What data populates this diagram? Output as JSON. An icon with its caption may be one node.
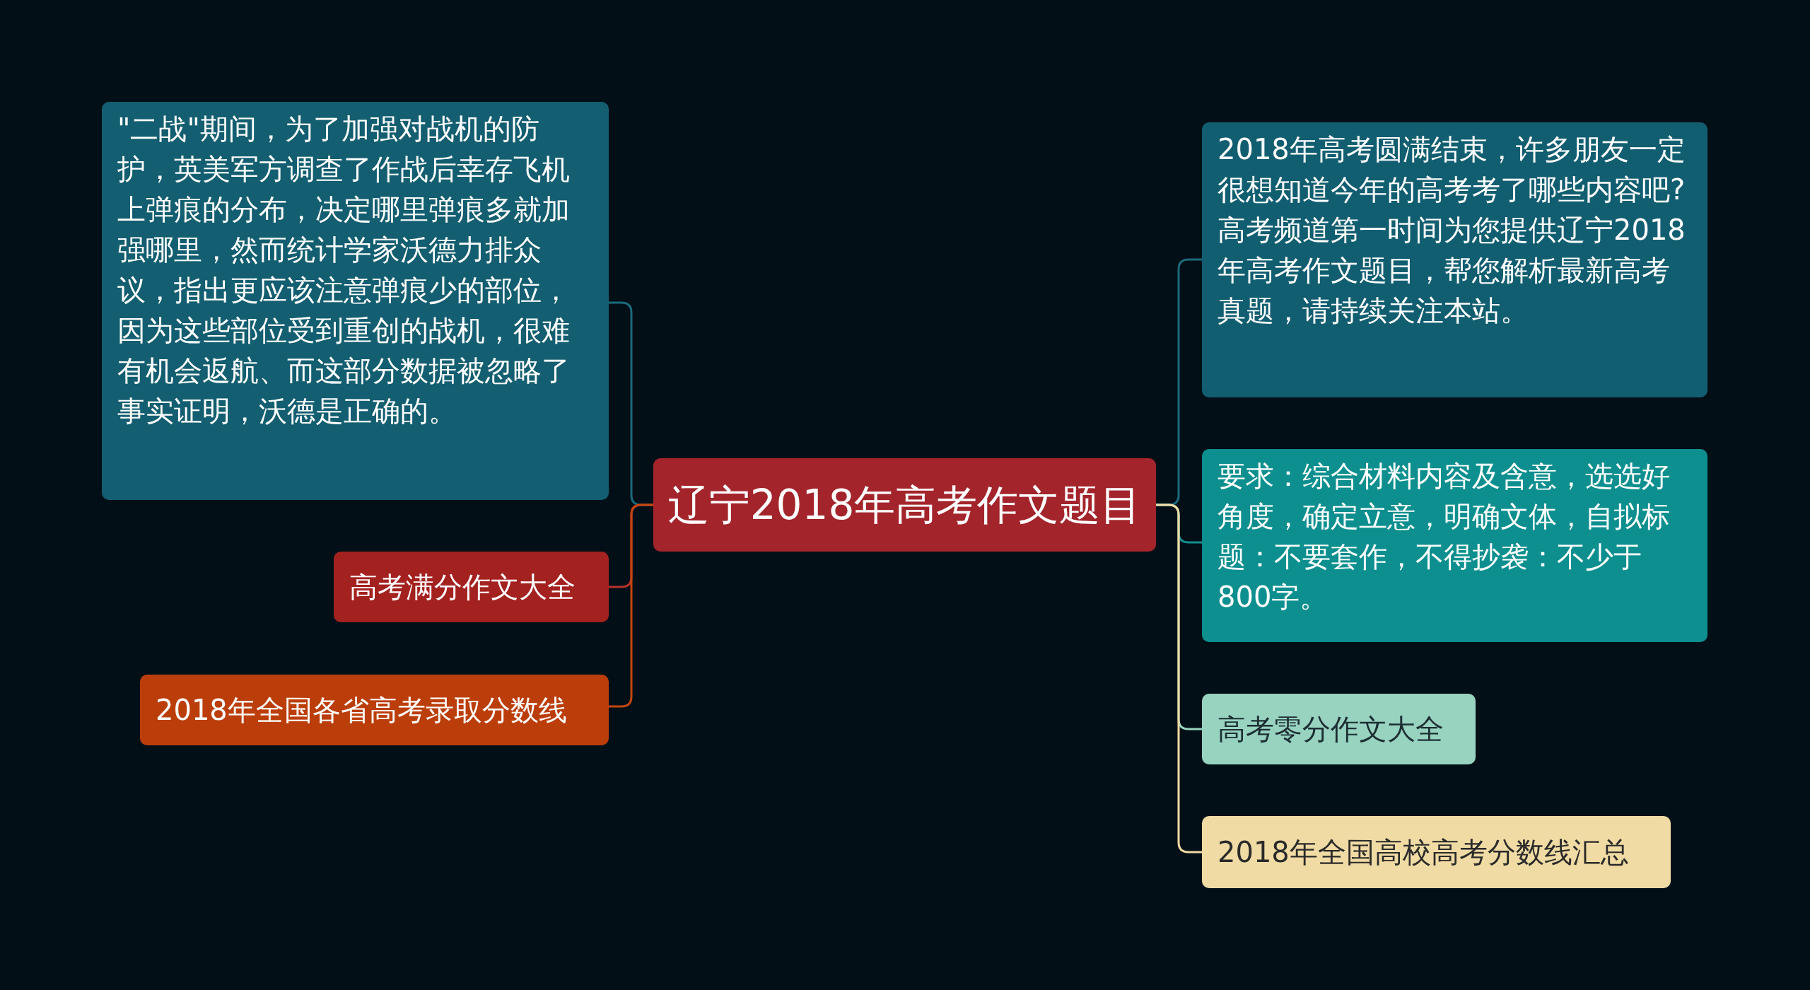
{
  "diagram": {
    "nodes": [
      {
        "text": [
          "辽宁2018年高考作文题目"
        ]
      },
      {
        "text": [
          "\"二战\"期间，为了加强对战机的防护，英美军方调查了作战后幸存飞机上弹痕的分布，决定哪里弹痕多就加强哪里，然而统计学家沃德力排众议，指出更应该注意弹痕少的部位，因为这些部位受到重创的战机，很难有机会返航、而这部分数据被忽略了事实证明，沃德是正确的。"
        ]
      },
      {
        "text": [
          "高考满分作文大全"
        ]
      },
      {
        "text": [
          "2018年全国各省高考录取分数线"
        ]
      },
      {
        "text": [
          "2018年高考圆满结束，许多朋友一定很想知道今年的高考考了哪些内容吧?高考频道第一时间为您提供辽宁2018年高考作文题目，帮您解析最新高考真题，请持续关注本站。"
        ]
      },
      {
        "text": [
          "要求：综合材料内容及含意，选选好角度，确定立意，明确文体，自拟标题：不要套作，不得抄袭：不少于800字。"
        ]
      },
      {
        "text": [
          "高考零分作文大全"
        ]
      },
      {
        "text": [
          "2018年全国高校高考分数线汇总"
        ]
      }
    ],
    "edges": [
      {
        "from": 0,
        "to": 1,
        "arrow": "none",
        "color": "#1b6a7c"
      },
      {
        "from": 0,
        "to": 2,
        "arrow": "none",
        "color": "#b8322c"
      },
      {
        "from": 0,
        "to": 3,
        "arrow": "none",
        "color": "#c4460f"
      },
      {
        "from": 0,
        "to": 4,
        "arrow": "none",
        "color": "#1b6a7c"
      },
      {
        "from": 0,
        "to": 5,
        "arrow": "none",
        "color": "#138f8f"
      },
      {
        "from": 0,
        "to": 6,
        "arrow": "none",
        "color": "#97d3bf"
      },
      {
        "from": 0,
        "to": 7,
        "arrow": "none",
        "color": "#f0dba4"
      }
    ]
  }
}
